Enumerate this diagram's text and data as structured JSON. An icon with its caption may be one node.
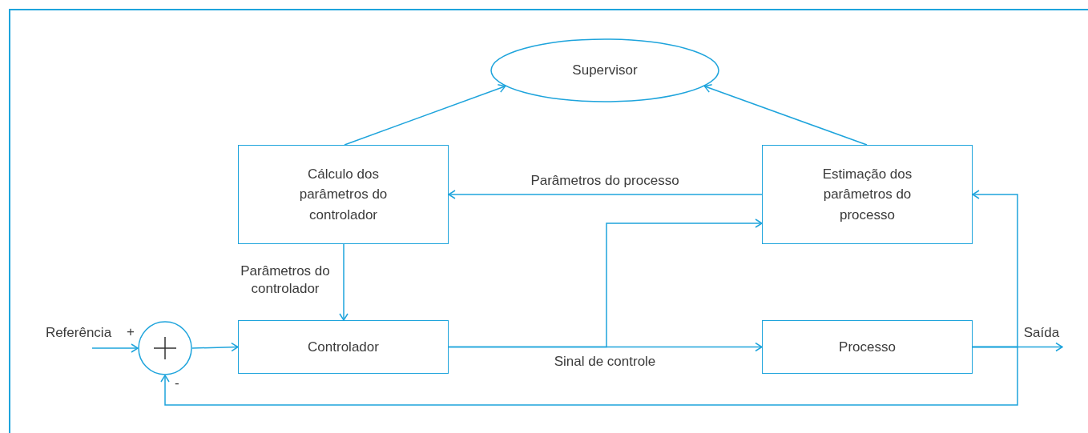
{
  "diagram": {
    "nodes": [
      {
        "text": [
          "Supervisor"
        ]
      },
      {
        "text": [
          "Cálculo dos parâmetros do controlador"
        ]
      },
      {
        "text": [
          "Estimação dos parâmetros do processo"
        ]
      },
      {
        "text": [],
        "shape": "circle"
      },
      {
        "text": [
          "Controlador"
        ]
      },
      {
        "text": [
          "Processo"
        ]
      },
      {
        "text": [
          "Referência"
        ]
      },
      {
        "text": [
          "Saída"
        ]
      }
    ],
    "edges": [
      {
        "from": 1,
        "to": 0,
        "arrow": "to"
      },
      {
        "from": 2,
        "to": 0,
        "arrow": "to"
      },
      {
        "from": 2,
        "to": 1,
        "arrow": "to",
        "label": "Parâmetros do processo"
      },
      {
        "from": 1,
        "to": 4,
        "arrow": "to",
        "label": "Parâmetros do controlador"
      },
      {
        "from": 6,
        "to": 3,
        "arrow": "to"
      },
      {
        "from": 3,
        "to": 4,
        "arrow": "to"
      },
      {
        "from": 4,
        "to": 5,
        "arrow": "to",
        "label": "Sinal de controle"
      },
      {
        "from": 4,
        "to": 2,
        "arrow": "to"
      },
      {
        "from": 5,
        "to": 7,
        "arrow": "to"
      },
      {
        "from": 5,
        "to": 2,
        "arrow": "to"
      },
      {
        "from": 5,
        "to": 3,
        "arrow": "to"
      }
    ],
    "labels": [
      "+",
      "-"
    ]
  }
}
